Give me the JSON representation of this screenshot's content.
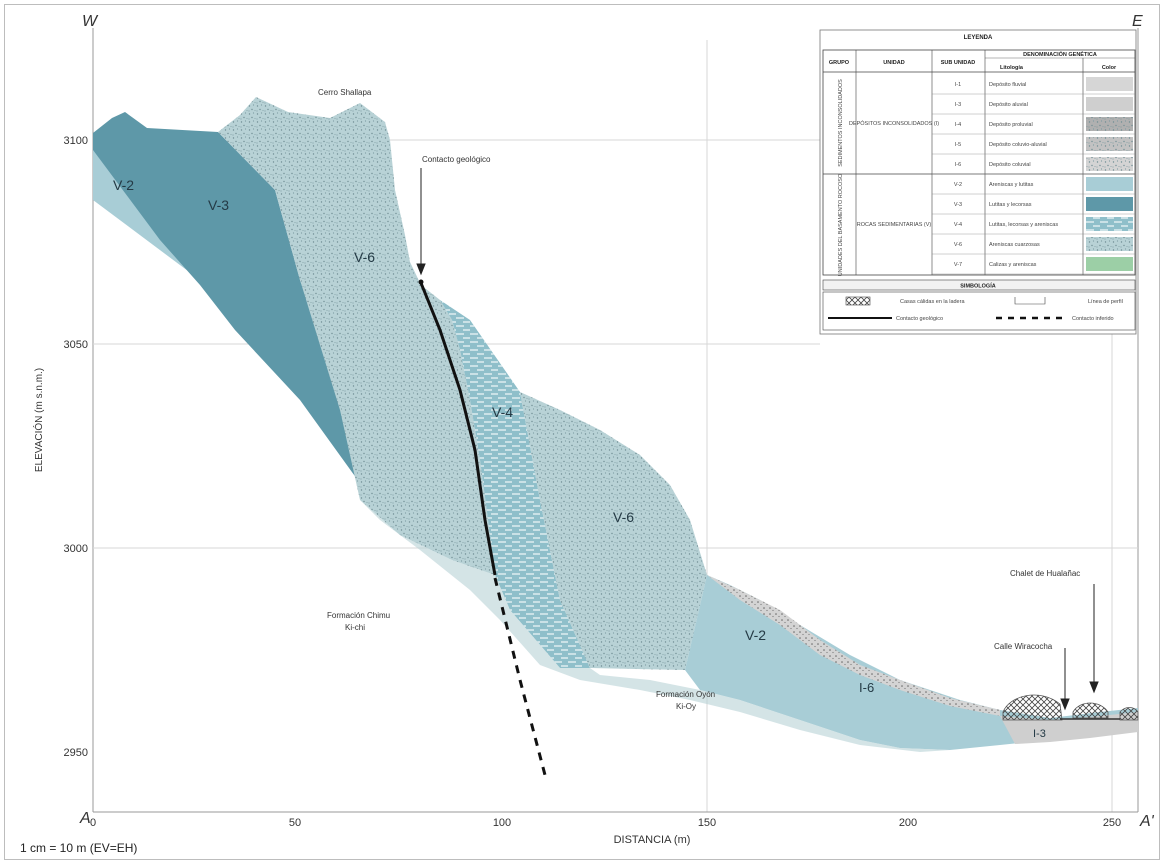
{
  "corner_labels": {
    "west": "W",
    "east": "E",
    "a_start": "A",
    "a_end": "A'"
  },
  "axes": {
    "x_label": "DISTANCIA (m)",
    "y_label": "ELEVACIÓN (m s.n.m.)",
    "x_ticks": [
      "0",
      "50",
      "100",
      "150",
      "200",
      "250"
    ],
    "y_ticks": [
      "3100",
      "3050",
      "3000",
      "2950"
    ]
  },
  "scale_note": "1 cm = 10 m (EV=EH)",
  "unit_labels": {
    "v2_left": "V-2",
    "v3": "V-3",
    "v6_upper": "V-6",
    "v4": "V-4",
    "v6_lower": "V-6",
    "v2_right": "V-2",
    "i6": "I-6",
    "i3": "I-3"
  },
  "annotations": {
    "peak": "Cerro Shallapa",
    "contact": "Contacto geológico",
    "chimu_name": "Formación Chimu",
    "chimu_code": "Ki-chi",
    "oyon_name": "Formación Oyón",
    "oyon_code": "Ki-Oy",
    "street": "Calle Wiracocha",
    "house": "Chalet de Hualañac"
  },
  "legend": {
    "title": "LEYENDA",
    "headers": {
      "group": "GRUPO",
      "unit": "UNIDAD",
      "subunit": "SUB UNIDAD",
      "denomination": "DENOMINACIÓN GENÉTICA",
      "lithology": "Litología",
      "color": "Color"
    },
    "groups": [
      {
        "name": "SEDIMENTOS INCONSOLIDADOS",
        "unit": "DEPÓSITOS INCONSOLIDADOS (I)"
      },
      {
        "name": "UNIDADES DEL BASAMENTO ROCOSO",
        "unit": "ROCAS SEDIMENTARIAS (V)"
      }
    ],
    "rows": [
      {
        "code": "I-1",
        "lith": "Depósito fluvial",
        "color": "#d6d6d6",
        "pattern": "plain"
      },
      {
        "code": "I-3",
        "lith": "Depósito aluvial",
        "color": "#cfcfcf",
        "pattern": "plain"
      },
      {
        "code": "I-4",
        "lith": "Depósito proluvial",
        "color": "#b0b0b0",
        "pattern": "speckle"
      },
      {
        "code": "I-5",
        "lith": "Depósito coluvio-aluvial",
        "color": "#c2c2c2",
        "pattern": "speckle"
      },
      {
        "code": "I-6",
        "lith": "Depósito coluvial",
        "color": "#d4d4d4",
        "pattern": "speckle"
      },
      {
        "code": "V-2",
        "lith": "Areniscas y lutitas",
        "color": "#a8cdd6",
        "pattern": "plain"
      },
      {
        "code": "V-3",
        "lith": "Lutitas y lecorsas",
        "color": "#5e98a8",
        "pattern": "plain"
      },
      {
        "code": "V-4",
        "lith": "Lutitas, lecorsas y areniscas",
        "color": "#8fbfca",
        "pattern": "dash"
      },
      {
        "code": "V-6",
        "lith": "Areniscas cuarzosas",
        "color": "#b8d2d6",
        "pattern": "speckle"
      },
      {
        "code": "V-7",
        "lith": "Calizas y areniscas",
        "color": "#9ccfa6",
        "pattern": "plain"
      }
    ],
    "symbology_title": "SIMBOLOGÍA",
    "symbols": {
      "buildings": "Casas cálidas en la ladera",
      "profile": "Línea de perfil",
      "contact": "Contacto geológico",
      "inferred": "Contacto inferido"
    }
  },
  "colors": {
    "v2": "#a8cdd6",
    "v3": "#5e98a8",
    "v4": "#8fbfca",
    "v6": "#b8d2d6",
    "i6": "#d4d4d4",
    "i3": "#cfcfcf"
  }
}
